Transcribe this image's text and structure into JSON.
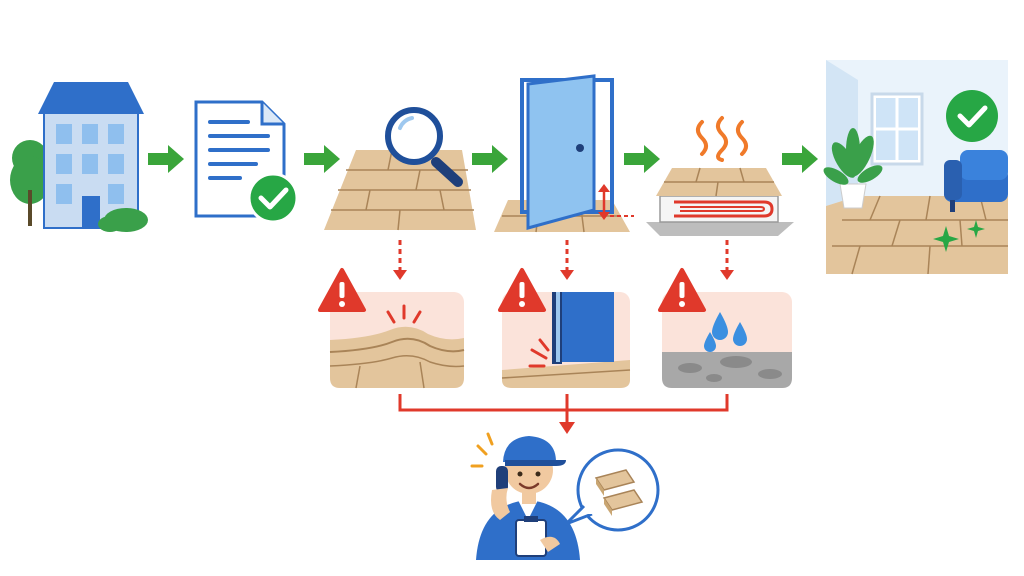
{
  "colors": {
    "flow_arrow": "#3aa53a",
    "warning_red": "#e0392b",
    "building_blue": "#2f6fc9",
    "window_blue": "#9ec8ef",
    "wood_light": "#e3c59c",
    "wood_line": "#a98458",
    "check_green": "#27a745",
    "door_blue": "#8fc3f0",
    "heat_orange": "#f07a2a",
    "water_blue": "#3b8fe0",
    "panel_bg": "#fbe3da",
    "plant_green": "#3aa04a"
  },
  "steps": [
    {
      "id": "building",
      "icon": "apartment-building-icon"
    },
    {
      "id": "document",
      "icon": "approved-document-icon"
    },
    {
      "id": "inspect",
      "icon": "magnifier-floor-icon"
    },
    {
      "id": "door",
      "icon": "door-clearance-icon"
    },
    {
      "id": "heating",
      "icon": "underfloor-heating-icon"
    },
    {
      "id": "finished",
      "icon": "finished-room-icon"
    }
  ],
  "problems": [
    {
      "id": "buckling",
      "icon": "buckled-floor-warning-icon"
    },
    {
      "id": "door-gap",
      "icon": "door-gap-warning-icon"
    },
    {
      "id": "moisture",
      "icon": "moisture-warning-icon"
    }
  ],
  "resolution": {
    "icon": "technician-phone-icon",
    "bubble_icon": "floor-plank-bubble-icon"
  }
}
